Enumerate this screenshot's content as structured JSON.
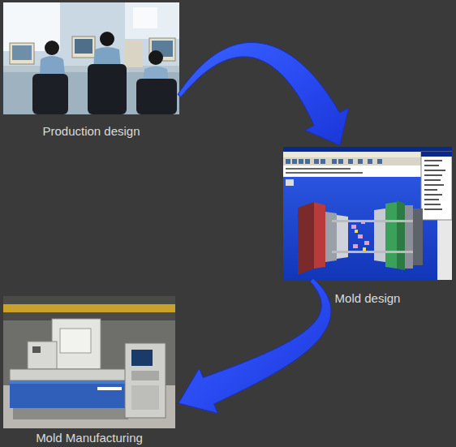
{
  "diagram": {
    "nodes": [
      {
        "text": [
          "Production design"
        ]
      },
      {
        "text": [
          "Mold design"
        ]
      },
      {
        "text": [
          "Mold Manufacturing"
        ]
      }
    ],
    "edges": [
      {
        "from": 0,
        "to": 1,
        "arrow": "to"
      },
      {
        "from": 1,
        "to": 2,
        "arrow": "to"
      }
    ]
  }
}
